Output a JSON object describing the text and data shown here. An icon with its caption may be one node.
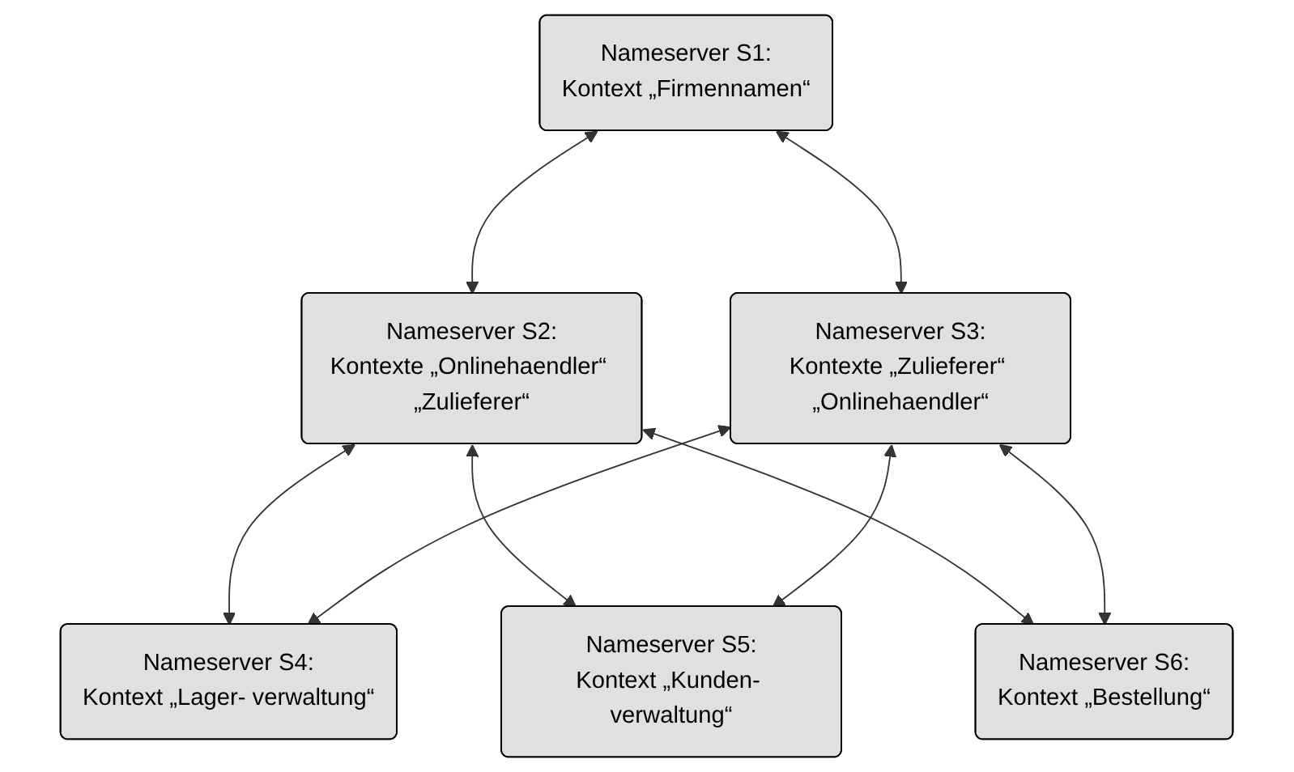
{
  "diagram": {
    "nodes": [
      {
        "text": [
          "Nameserver S1:",
          "Kontext „Firmennamen“"
        ]
      },
      {
        "text": [
          "Nameserver S2:",
          "Kontexte „Onlinehaendler“ „Zulieferer“"
        ]
      },
      {
        "text": [
          "Nameserver S3:",
          "Kontexte „Zulieferer“ „Onlinehaendler“"
        ]
      },
      {
        "text": [
          "Nameserver S4:",
          "Kontext „Lager- verwaltung“"
        ]
      },
      {
        "text": [
          "Nameserver S5:",
          "Kontext „Kunden- verwaltung“"
        ]
      },
      {
        "text": [
          "Nameserver S6:",
          "Kontext „Bestellung“"
        ]
      }
    ],
    "edges": [
      {
        "from": 0,
        "to": 1,
        "arrow": "both"
      },
      {
        "from": 0,
        "to": 2,
        "arrow": "both"
      },
      {
        "from": 1,
        "to": 3,
        "arrow": "both"
      },
      {
        "from": 1,
        "to": 4,
        "arrow": "both"
      },
      {
        "from": 1,
        "to": 5,
        "arrow": "both"
      },
      {
        "from": 2,
        "to": 3,
        "arrow": "both"
      },
      {
        "from": 2,
        "to": 4,
        "arrow": "both"
      },
      {
        "from": 2,
        "to": 5,
        "arrow": "both"
      }
    ]
  }
}
